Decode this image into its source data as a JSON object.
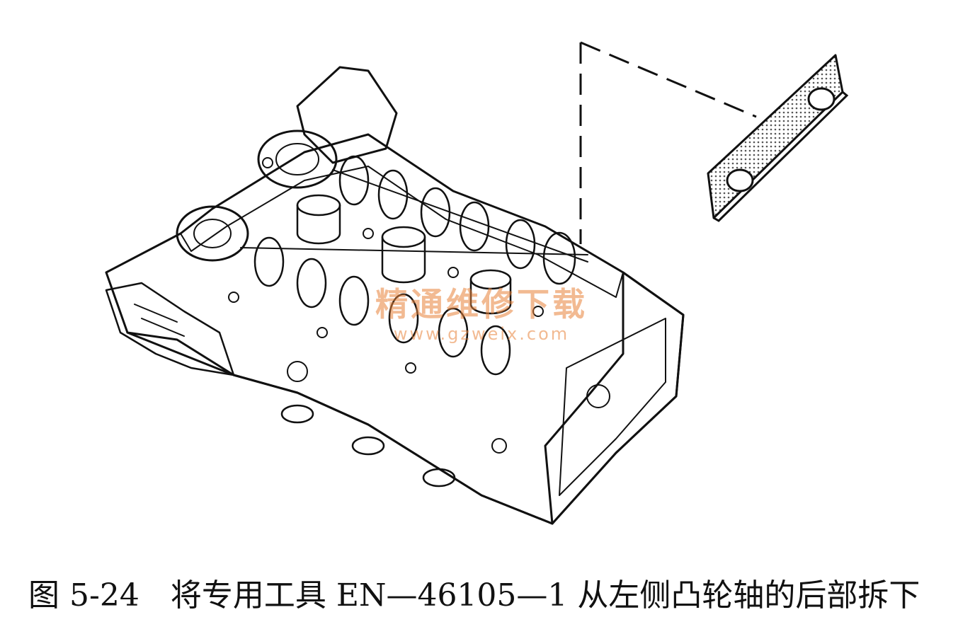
{
  "figure": {
    "number": "图 5-24",
    "caption": "将专用工具 EN—46105—1 从左侧凸轮轴的后部拆下"
  },
  "watermark": {
    "name": "精通维修下载",
    "url": "www.gzweix.com"
  }
}
